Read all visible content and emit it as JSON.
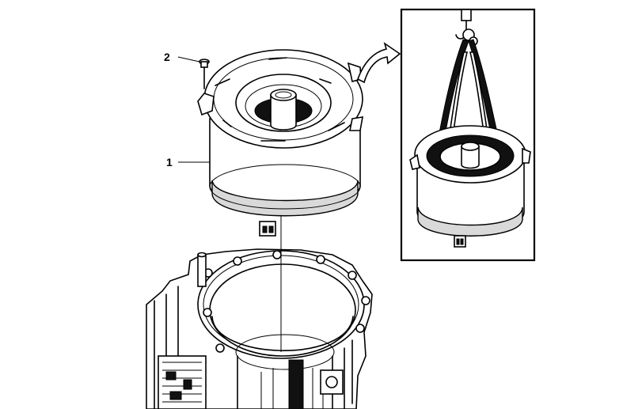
{
  "callouts": [
    {
      "id": "1",
      "text": "1"
    },
    {
      "id": "2",
      "text": "2"
    }
  ],
  "colors": {
    "line": "#000000",
    "background": "#ffffff",
    "shade": "#d9d9d9"
  }
}
